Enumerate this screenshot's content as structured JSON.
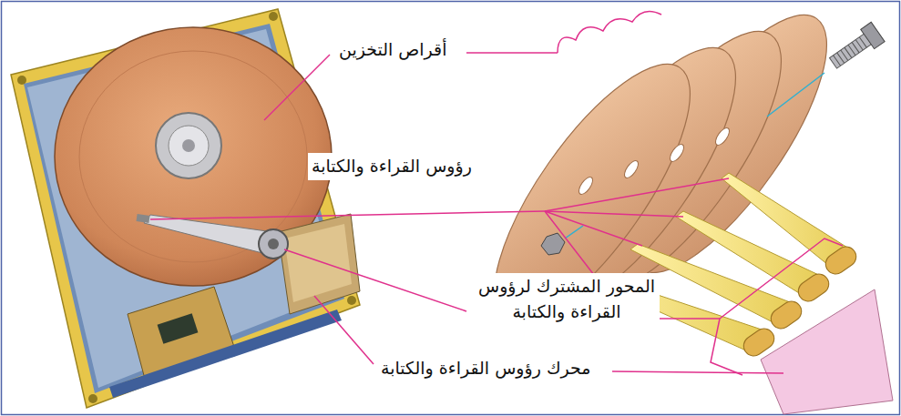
{
  "diagram": {
    "labels": [
      "أقراص التخزين",
      "رؤوس القراءة والكتابة",
      "المحور المشترك لرؤوس القراءة والكتابة",
      "محرك رؤوس القراءة والكتابة"
    ]
  }
}
